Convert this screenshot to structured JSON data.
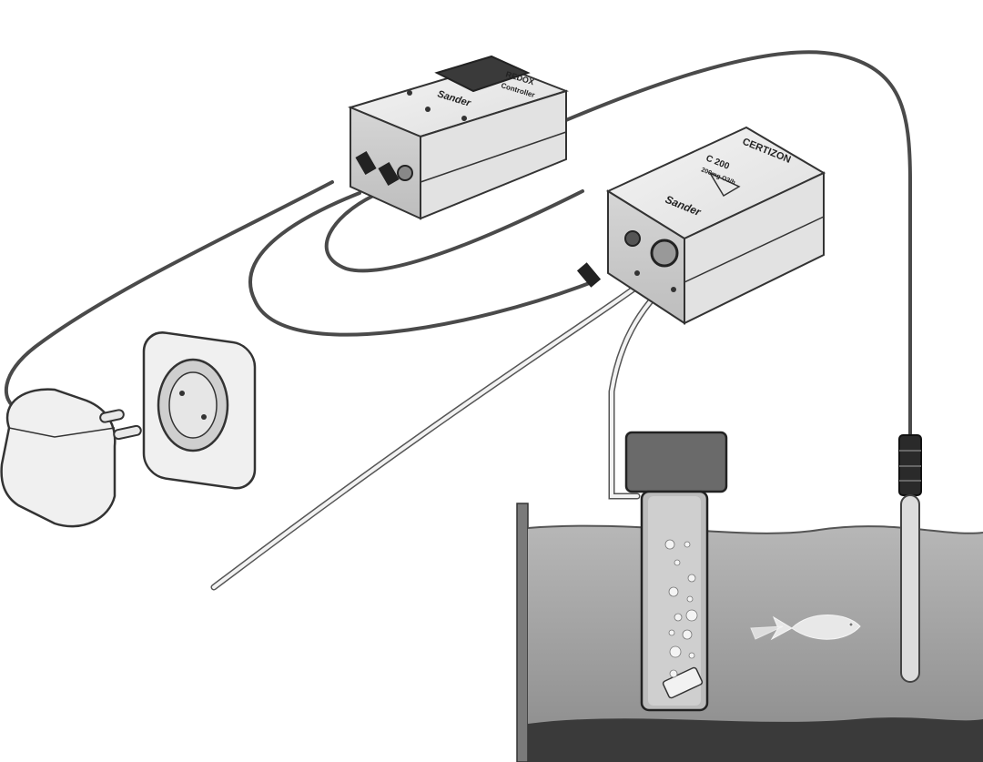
{
  "redox_unit": {
    "title": "REDOX",
    "subtitle": "Controller",
    "brand": "Sander"
  },
  "certizon_unit": {
    "title": "CERTIZON",
    "model": "C 200",
    "spec": "200mg O3/h",
    "brand": "Sander"
  },
  "colors": {
    "water": "#9a9a9a",
    "floor": "#3a3a3a",
    "housing": "#ececec",
    "cable": "#4a4a4a"
  }
}
